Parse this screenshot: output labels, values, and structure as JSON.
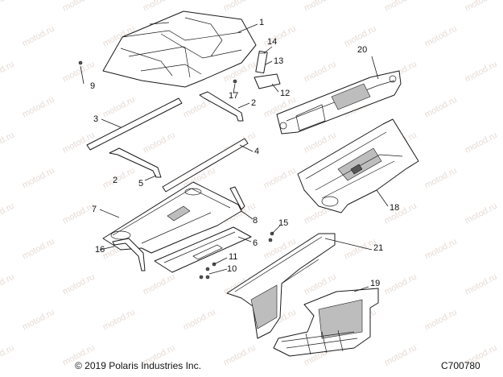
{
  "watermark_text": "motod.ru",
  "copyright": "© 2019 Polaris Industries Inc.",
  "diagram_code": "C700780",
  "callouts": {
    "c1": "1",
    "c2a": "2",
    "c2b": "2",
    "c3": "3",
    "c4": "4",
    "c5": "5",
    "c6": "6",
    "c7": "7",
    "c8": "8",
    "c9": "9",
    "c10": "10",
    "c11": "11",
    "c12": "12",
    "c13": "13",
    "c14": "14",
    "c15": "15",
    "c16": "16",
    "c17": "17",
    "c18": "18",
    "c19": "19",
    "c20": "20",
    "c21": "21"
  }
}
